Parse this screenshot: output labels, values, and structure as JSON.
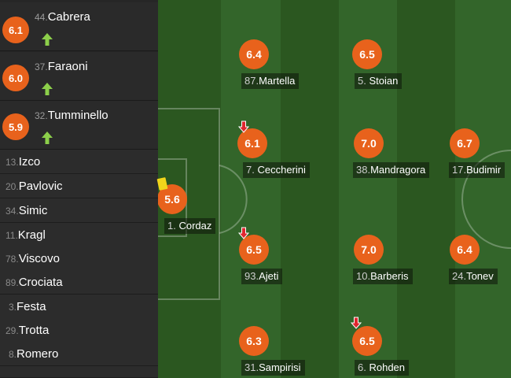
{
  "colors": {
    "rating": "#e8621c",
    "sub_in_arrow": "#8ccf4a",
    "sub_out_arrow": "#e0262f",
    "yellow_card": "#f1d51b",
    "pitch_dark": "#2a5620",
    "pitch_light": "#33652a"
  },
  "substitutes": [
    {
      "number": "44.",
      "name": "Cabrera",
      "rating": "6.1",
      "icon": "sub-in-arrow-icon"
    },
    {
      "number": "37.",
      "name": "Faraoni",
      "rating": "6.0",
      "icon": "sub-in-arrow-icon"
    },
    {
      "number": "32.",
      "name": "Tumminello",
      "rating": "5.9",
      "icon": "sub-in-arrow-icon"
    }
  ],
  "bench": [
    {
      "number": "13.",
      "name": "Izco"
    },
    {
      "number": "20.",
      "name": "Pavlovic"
    },
    {
      "number": "34.",
      "name": "Simic"
    },
    {
      "number": "11.",
      "name": "Kragl"
    },
    {
      "number": "78.",
      "name": "Viscovo"
    },
    {
      "number": "89.",
      "name": "Crociata"
    },
    {
      "number": "3.",
      "name": "Festa"
    },
    {
      "number": "29.",
      "name": "Trotta"
    },
    {
      "number": "8.",
      "name": "Romero"
    }
  ],
  "lineup": [
    {
      "number": "1.",
      "name": "Cordaz",
      "rating": "5.6",
      "yellow_card": true,
      "subbed_off": false
    },
    {
      "number": "87.",
      "name": "Martella",
      "rating": "6.4",
      "subbed_off": false
    },
    {
      "number": "7.",
      "name": "Ceccherini",
      "rating": "6.1",
      "subbed_off": true
    },
    {
      "number": "93.",
      "name": "Ajeti",
      "rating": "6.5",
      "subbed_off": true
    },
    {
      "number": "31.",
      "name": "Sampirisi",
      "rating": "6.3",
      "subbed_off": false
    },
    {
      "number": "5.",
      "name": "Stoian",
      "rating": "6.5",
      "subbed_off": false
    },
    {
      "number": "38.",
      "name": "Mandragora",
      "rating": "7.0",
      "subbed_off": false
    },
    {
      "number": "10.",
      "name": "Barberis",
      "rating": "7.0",
      "subbed_off": false
    },
    {
      "number": "6.",
      "name": "Rohden",
      "rating": "6.5",
      "subbed_off": true
    },
    {
      "number": "17.",
      "name": "Budimir",
      "rating": "6.7",
      "subbed_off": false
    },
    {
      "number": "24.",
      "name": "Tonev",
      "rating": "6.4",
      "subbed_off": false
    }
  ]
}
